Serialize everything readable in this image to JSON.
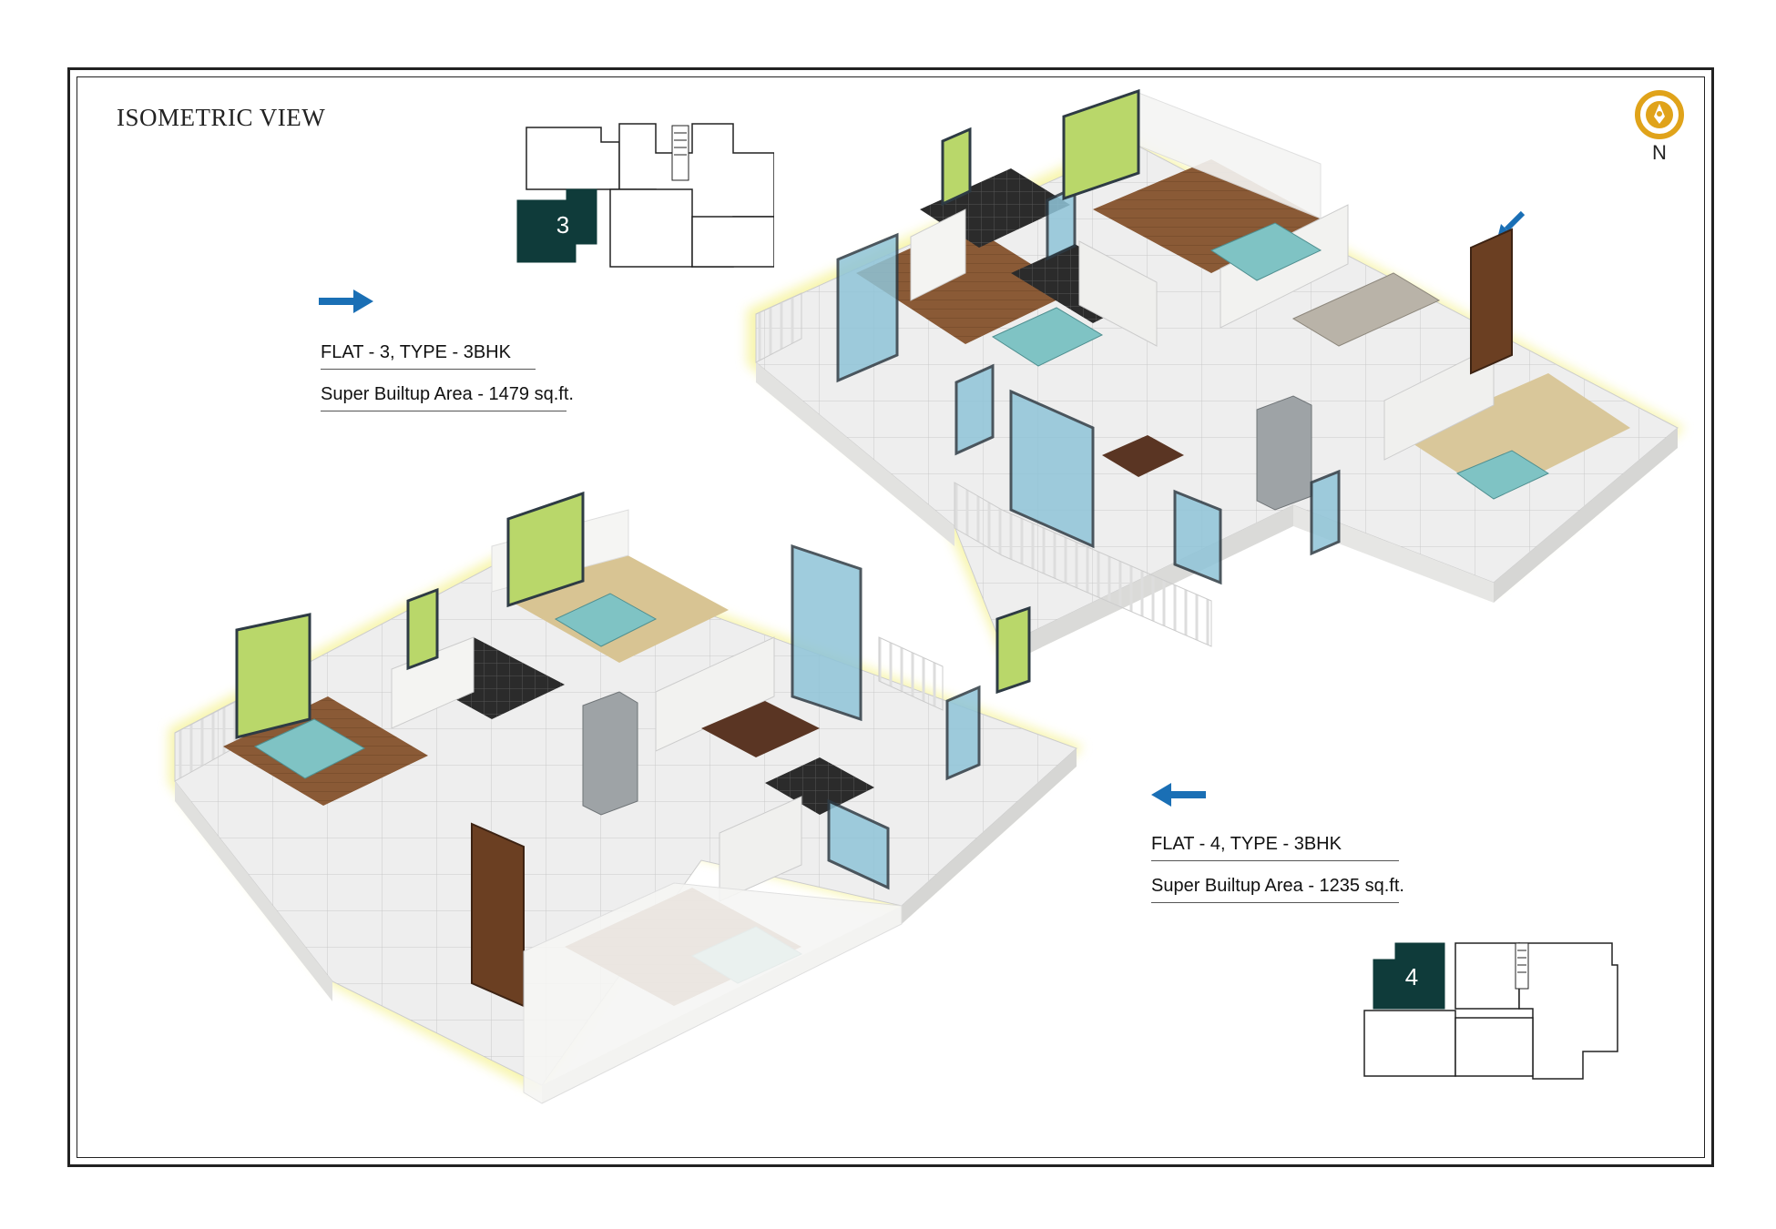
{
  "title": "ISOMETRIC VIEW",
  "compass": {
    "label": "N",
    "icon": "north-compass-icon",
    "color": "#e0a31a"
  },
  "flat3": {
    "name": "FLAT - 3, TYPE - 3BHK",
    "area": "Super Builtup Area - 1479 sq.ft.",
    "keyplan_unit": "3"
  },
  "flat4": {
    "name": "FLAT - 4, TYPE - 3BHK",
    "area": "Super Builtup Area - 1235 sq.ft.",
    "keyplan_unit": "4"
  },
  "colors": {
    "accent": "#0f3b3a",
    "arrow": "#1a6fb5",
    "glow": "#f3ef7a",
    "wall": "#f4f4f2",
    "wood": "#8a5a36",
    "tile": "#2a2a2a",
    "glass": "#8fc4d8",
    "window_green": "#b9d76a"
  }
}
